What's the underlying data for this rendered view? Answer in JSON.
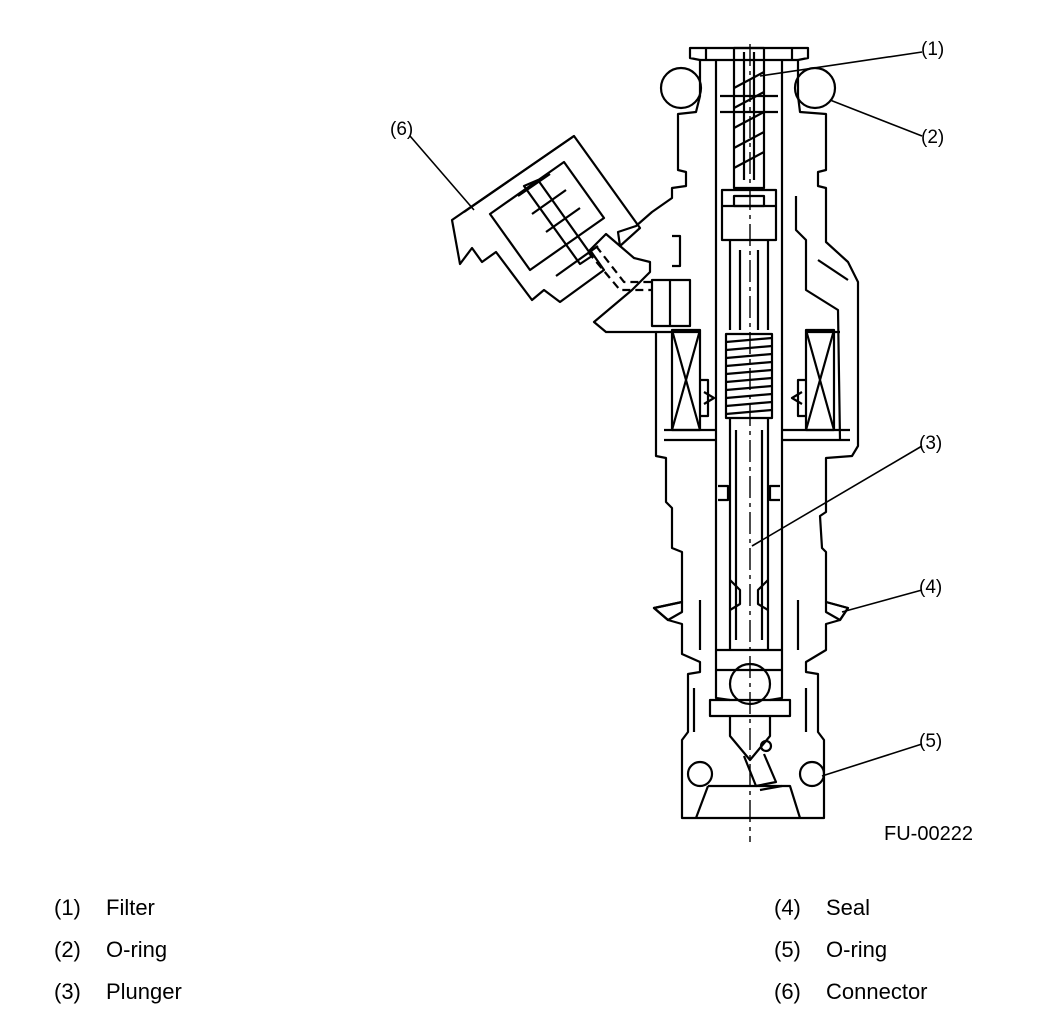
{
  "figure": {
    "code": "FU-00222",
    "callouts": [
      "(1)",
      "(2)",
      "(3)",
      "(4)",
      "(5)",
      "(6)"
    ]
  },
  "legend": [
    {
      "num": "(1)",
      "label": "Filter"
    },
    {
      "num": "(2)",
      "label": "O-ring"
    },
    {
      "num": "(3)",
      "label": "Plunger"
    },
    {
      "num": "(4)",
      "label": "Seal"
    },
    {
      "num": "(5)",
      "label": "O-ring"
    },
    {
      "num": "(6)",
      "label": "Connector"
    }
  ]
}
